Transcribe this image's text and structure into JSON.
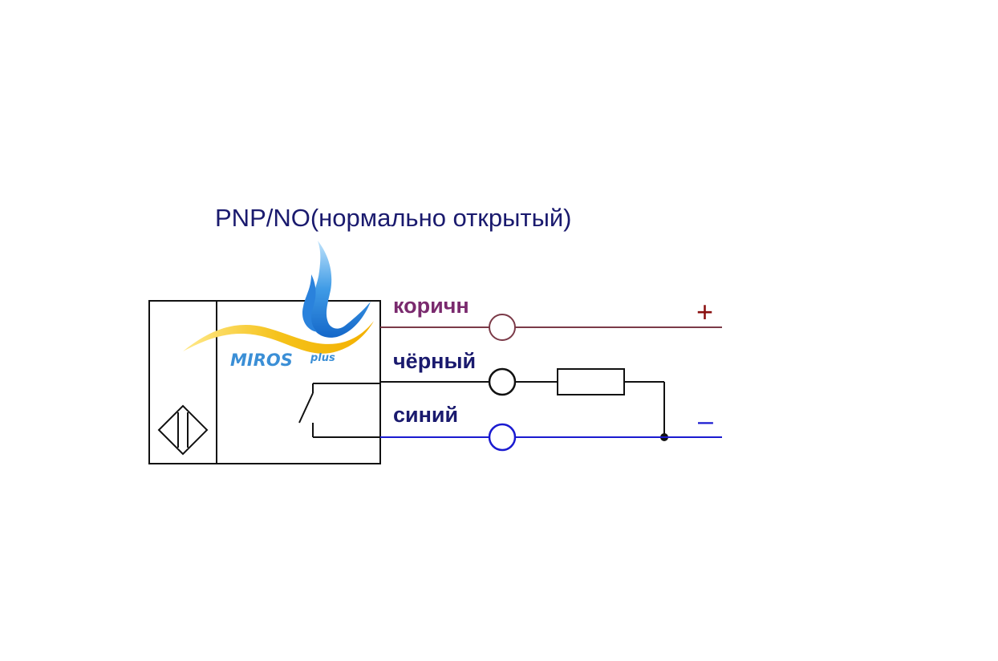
{
  "title": "PNP/NO(нормально открытый)",
  "logo": {
    "name": "MIROS",
    "suffix": "plus"
  },
  "wires": {
    "brown": {
      "label": "коричн",
      "color": "#7b3a48",
      "text_color": "#7a2a6e"
    },
    "black": {
      "label": "чёрный",
      "color": "#111111",
      "text_color": "#1a1a6e"
    },
    "blue": {
      "label": "синий",
      "color": "#1a1ad0",
      "text_color": "#1a1a6e"
    }
  },
  "polarity": {
    "plus": "+",
    "minus": "–",
    "plus_color": "#8b1010",
    "minus_color": "#1a1ad0"
  },
  "colors": {
    "title": "#1a1a6e",
    "outline": "#111111"
  }
}
